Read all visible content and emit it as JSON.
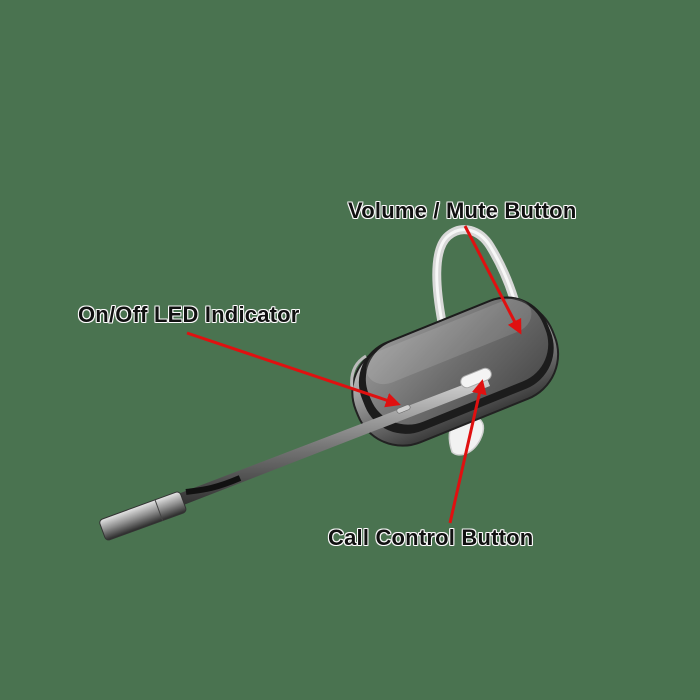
{
  "figure": {
    "subject": "wireless-headset",
    "background_color": "#4a7350",
    "arrow_color": "#e01010",
    "callouts": [
      {
        "id": "volume",
        "label": "Volume / Mute Button"
      },
      {
        "id": "led",
        "label": "On/Off LED Indicator"
      },
      {
        "id": "call",
        "label": "Call Control Button"
      }
    ]
  }
}
